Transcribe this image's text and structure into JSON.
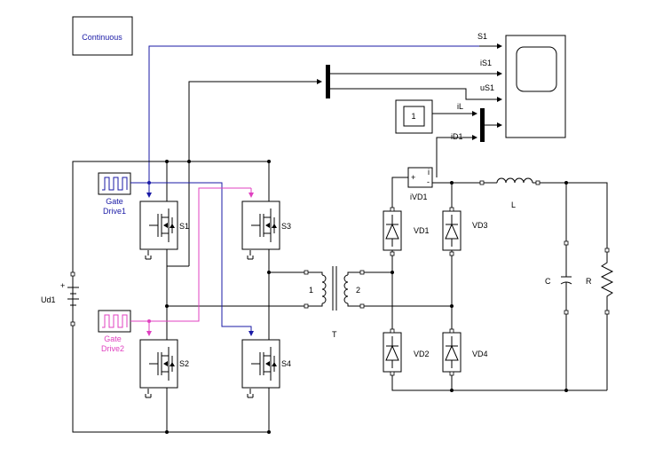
{
  "powergui": {
    "label": "Continuous"
  },
  "scope_signals": [
    "S1",
    "iS1",
    "uS1",
    "iL",
    "iD1"
  ],
  "constant": {
    "value": "1"
  },
  "gate_drive1": {
    "label_line1": "Gate",
    "label_line2": "Drive1"
  },
  "gate_drive2": {
    "label_line1": "Gate",
    "label_line2": "Drive2"
  },
  "switches": [
    {
      "name": "S1",
      "pins": [
        "g",
        "m",
        "D",
        "S"
      ]
    },
    {
      "name": "S3",
      "pins": [
        "g",
        "m",
        "D",
        "S"
      ]
    },
    {
      "name": "S2",
      "pins": [
        "g",
        "m",
        "D",
        "S"
      ]
    },
    {
      "name": "S4",
      "pins": [
        "g",
        "m",
        "D",
        "S"
      ]
    }
  ],
  "dc_source": {
    "name": "Ud1",
    "plus": "+"
  },
  "transformer": {
    "name": "T",
    "primary": "1",
    "secondary": "2"
  },
  "diodes": [
    "VD1",
    "VD2",
    "VD3",
    "VD4"
  ],
  "current_meter": {
    "name": "iVD1",
    "plus": "+",
    "i": "i",
    "minus": "-"
  },
  "inductor": {
    "name": "L"
  },
  "capacitor": {
    "name": "C"
  },
  "resistor": {
    "name": "R"
  },
  "colors": {
    "blue_signal": "#1a1aa6",
    "magenta_signal": "#e040c0",
    "wire": "#000000"
  }
}
